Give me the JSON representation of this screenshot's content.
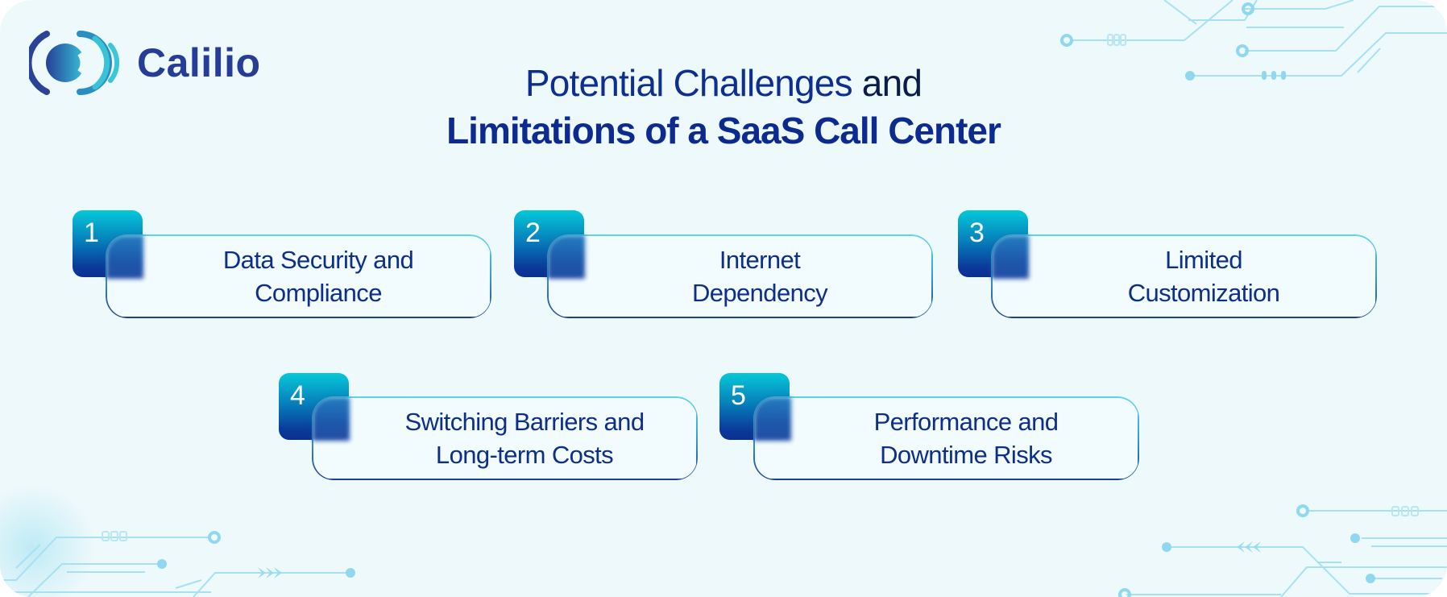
{
  "brand": {
    "name": "Calilio",
    "logo_icon": "sound-wave-c-icon",
    "colors": {
      "primary": "#263d97",
      "accent": "#05c8d8",
      "text": "#0d2f88",
      "background": "#eef9fc"
    }
  },
  "title": {
    "line1_main": "Potential Challenges",
    "line1_and": "and",
    "line2": "Limitations of a SaaS Call Center"
  },
  "items": [
    {
      "number": "1",
      "label": "Data Security and Compliance",
      "lines": [
        "Data Security and",
        "Compliance"
      ]
    },
    {
      "number": "2",
      "label": "Internet Dependency",
      "lines": [
        "Internet",
        "Dependency"
      ]
    },
    {
      "number": "3",
      "label": "Limited Customization",
      "lines": [
        "Limited",
        "Customization"
      ]
    },
    {
      "number": "4",
      "label": "Switching Barriers and Long-term Costs",
      "lines": [
        "Switching Barriers and",
        "Long-term Costs"
      ]
    },
    {
      "number": "5",
      "label": "Performance and Downtime Risks",
      "lines": [
        "Performance and",
        "Downtime Risks"
      ]
    }
  ],
  "decorations": {
    "background_pattern": "circuit-lines-icon"
  }
}
